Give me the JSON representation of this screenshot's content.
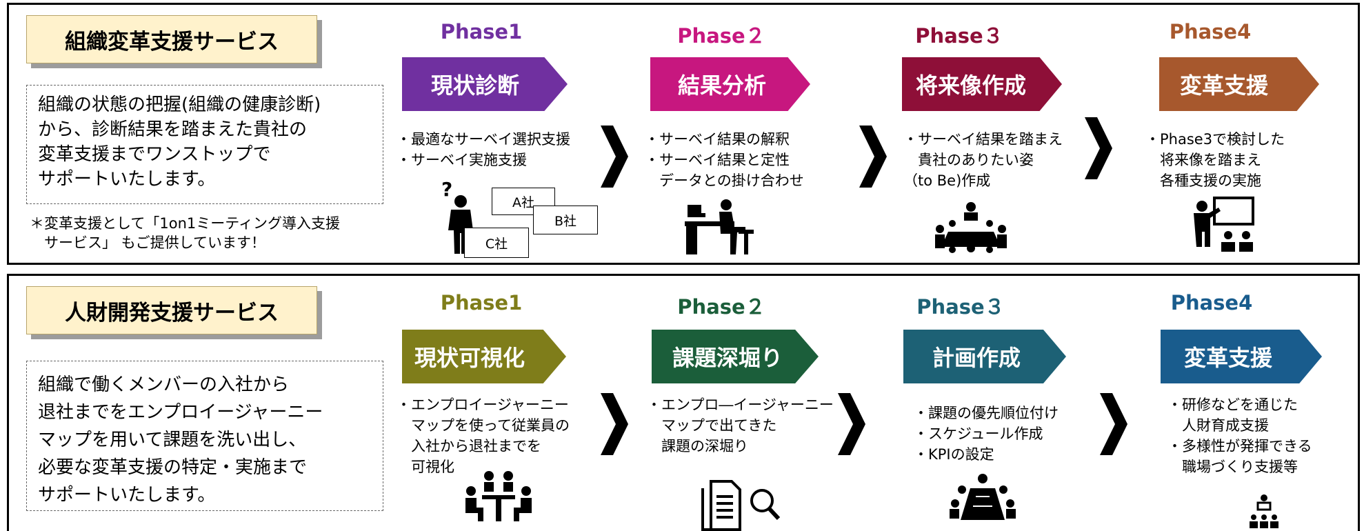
{
  "colors": {
    "p1_phase1": "#7030a0",
    "p1_phase2": "#c7177f",
    "p1_phase3": "#8e0f38",
    "p1_phase4": "#a7582d",
    "p2_phase1": "#7f7d1a",
    "p2_phase2": "#1b5e3a",
    "p2_phase3": "#1d6175",
    "p2_phase4": "#195c8d"
  },
  "section1": {
    "title": "組織変革支援サービス",
    "description": "組織の状態の把握(組織の健康診断)\nから、診断結果を踏まえた貴社の\n変革支援までワンストップで\nサポートいたします。",
    "note": "＊変革支援として「1on1ミーティング導入支援\n　サービス」 もご提供しています！",
    "phases": [
      {
        "label": "Phase1",
        "title": "現状診断",
        "bullets": "・最適なサーベイ選択支援\n・サーベイ実施支援",
        "icon": "question-person-icon"
      },
      {
        "label": "Phase２",
        "title": "結果分析",
        "bullets": "・サーベイ結果の解釈\n・サーベイ結果と定性\n　データとの掛け合わせ",
        "icon": "desk-worker-icon"
      },
      {
        "label": "Phase３",
        "title": "将来像作成",
        "bullets": "・サーベイ結果を踏まえ\n　貴社のありたい姿\n（to Be)作成",
        "icon": "meeting-table-icon"
      },
      {
        "label": "Phase4",
        "title": "変革支援",
        "bullets": "・Phase3で検討した\n　将来像を踏まえ\n　各種支援の実施",
        "icon": "presenter-icon"
      }
    ],
    "companies": [
      "A社",
      "B社",
      "C社"
    ]
  },
  "section2": {
    "title": "人財開発支援サービス",
    "description": "組織で働くメンバーの入社から\n退社までをエンプロイージャーニー\nマップを用いて課題を洗い出し、\n必要な変革支援の特定・実施まで\nサポートいたします。",
    "phases": [
      {
        "label": "Phase1",
        "title": "現状可視化",
        "bullets": "・エンプロイージャーニー\n　マップを使って従業員の\n　入社から退社までを\n　可視化",
        "icon": "team-meeting-icon"
      },
      {
        "label": "Phase２",
        "title": "課題深堀り",
        "bullets": "・エンプロ―イージャーニー\n　マップで出てきた\n　課題の深堀り",
        "icon": "document-search-icon"
      },
      {
        "label": "Phase３",
        "title": "計画作成",
        "bullets": "・課題の優先順位付け\n・スケジュール作成\n・KPIの設定",
        "icon": "conference-icon"
      },
      {
        "label": "Phase4",
        "title": "変革支援",
        "bullets": "・研修などを通じた\n　人財育成支援\n・多様性が発揮できる\n　職場づくり支援等",
        "icon": "speaker-audience-icon"
      }
    ]
  }
}
